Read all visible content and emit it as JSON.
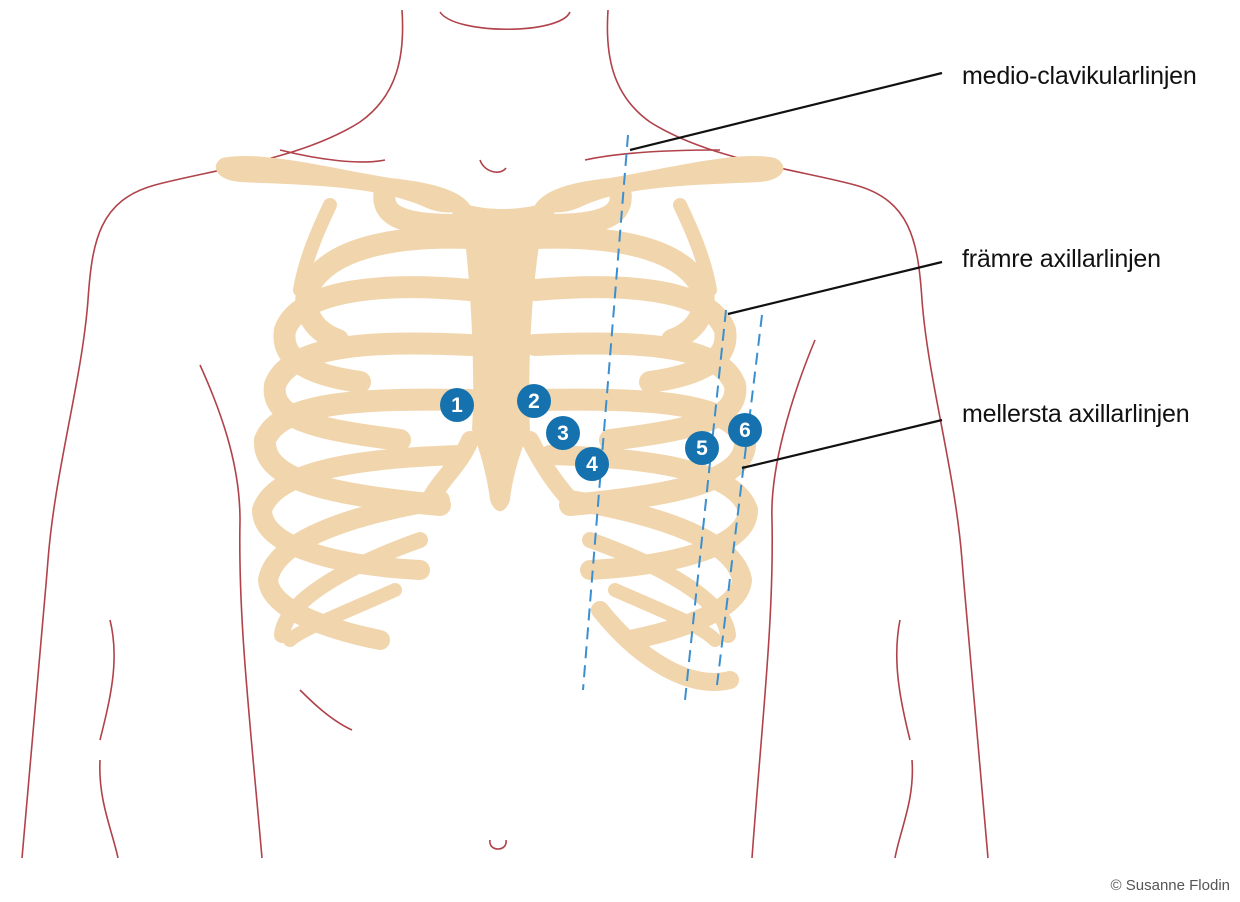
{
  "labels": {
    "midclavicular": "medio-clavikularlinjen",
    "anterior_axillary": "främre axillarlinjen",
    "mid_axillary": "mellersta axillarlinjen"
  },
  "leads": [
    "1",
    "2",
    "3",
    "4",
    "5",
    "6"
  ],
  "credit": "© Susanne Flodin",
  "colors": {
    "body_outline": "#b0424a",
    "bone": "#f1d6ad",
    "dashed_line": "#3a8fd0",
    "lead_marker": "#1672ae",
    "leader_line": "#111111"
  }
}
